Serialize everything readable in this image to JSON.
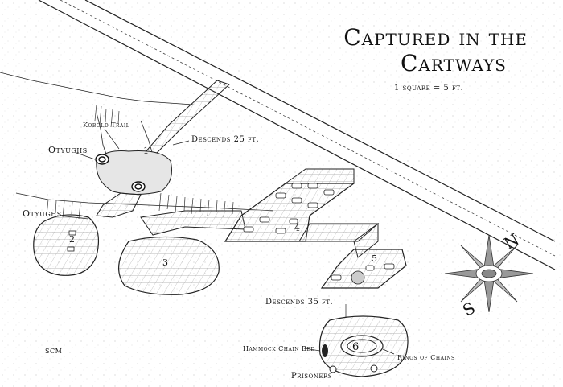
{
  "title": {
    "line1": "Captured in the",
    "line2": "Cartways",
    "scale": "1 square = 5 ft."
  },
  "labels": {
    "kobold_trail": "Kobold Trail",
    "otyughs": "Otyughs",
    "descends_25": "Descends 25 ft.",
    "descends_35": "Descends 35 ft.",
    "hammock": "Hammock Chain Bed",
    "rings": "Rings of Chains",
    "prisoners": "Prisoners",
    "signature": "SCM"
  },
  "rooms": [
    {
      "id": "1",
      "label": "1"
    },
    {
      "id": "2",
      "label": "2"
    },
    {
      "id": "3",
      "label": "3"
    },
    {
      "id": "4",
      "label": "4"
    },
    {
      "id": "5",
      "label": "5"
    },
    {
      "id": "6",
      "label": "6"
    }
  ],
  "compass": {
    "north": "N",
    "south": "S"
  },
  "colors": {
    "ink": "#111111",
    "grid": "#999999",
    "floor": "#ffffff"
  }
}
